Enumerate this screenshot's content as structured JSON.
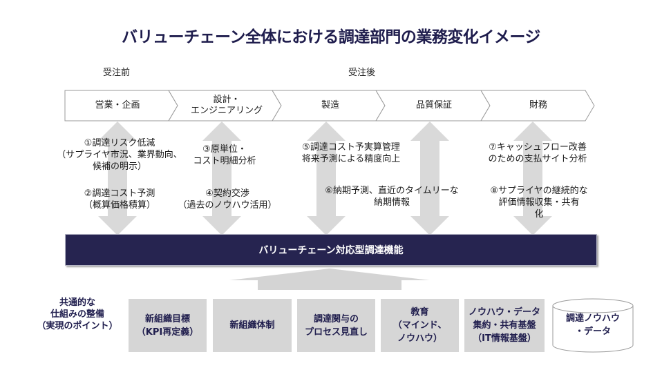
{
  "title": "バリューチェーン全体における調達部門の業務変化イメージ",
  "phases": {
    "before": "受注前",
    "after": "受注後"
  },
  "value_chain": [
    "営業・企画",
    "設計・\nエンジニアリング",
    "製造",
    "品質保証",
    "財務"
  ],
  "items": {
    "item1": "①調達リスク低減\n（サプライヤ市況、業界動向、\n候補の明示）",
    "item2": "②調達コスト予測\n（概算価格積算）",
    "item3": "③原単位・\nコスト明細分析",
    "item4": "④契約交渉\n（過去のノウハウ活用）",
    "item5": "⑤調達コスト予実算管理\n将来予測による精度向上",
    "item6": "⑥納期予測、直近のタイムリーな\n納期情報",
    "item7": "⑦キャッシュフロー改善\nのための支払サイト分析",
    "item8": "⑧サプライヤの継続的な\n評価情報収集・共有\n化"
  },
  "function_bar": "バリューチェーン対応型調達機能",
  "common": {
    "label": "共通的な\n仕組みの整備\n（実現のポイント）",
    "boxes": [
      "新組織目標\n（KPI再定義）",
      "新組織体制",
      "調達関与の\nプロセス見直し",
      "教育\n（マインド、\nノウハウ）",
      "ノウハウ・データ\n集約・共有基盤\n（IT情報基盤）"
    ],
    "database": "調達ノウハウ\n・データ"
  },
  "colors": {
    "navy": "#262450",
    "title": "#1f1d4d",
    "arrow_gray": "#d9d9d9",
    "box_gray": "#d6d6d6",
    "chevron_border": "#9a9a9a"
  }
}
